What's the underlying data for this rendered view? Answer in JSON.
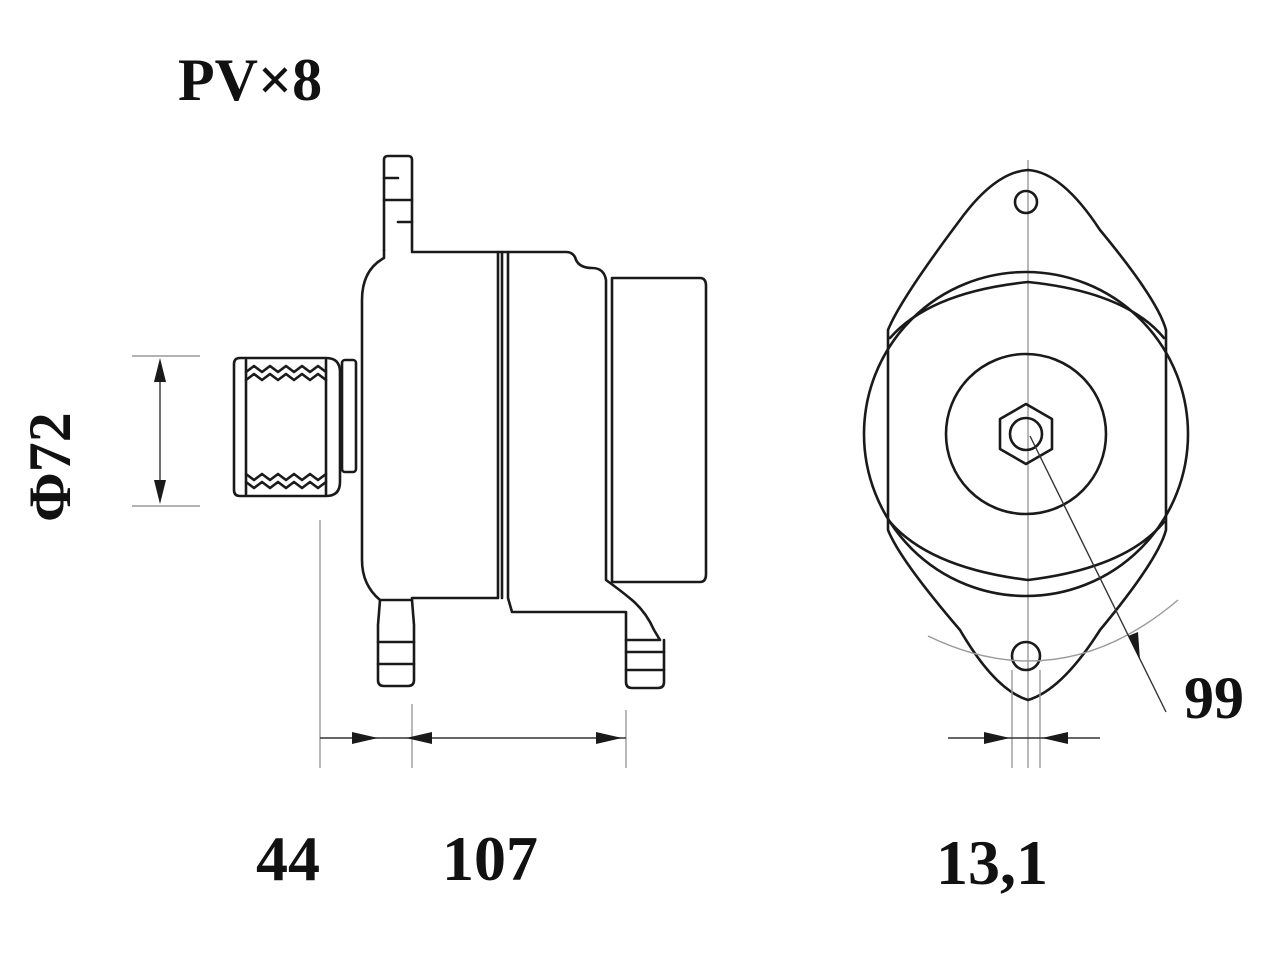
{
  "drawing": {
    "belt_profile": "PV×8",
    "pulley_diameter": "Φ72",
    "dim_pulley_offset": "44",
    "dim_body_length": "107",
    "dim_mount_width": "13,1",
    "dim_radius": "99"
  },
  "colors": {
    "line": "#1a1a1a",
    "dimension_line": "#9a9a9a",
    "background": "#ffffff"
  }
}
